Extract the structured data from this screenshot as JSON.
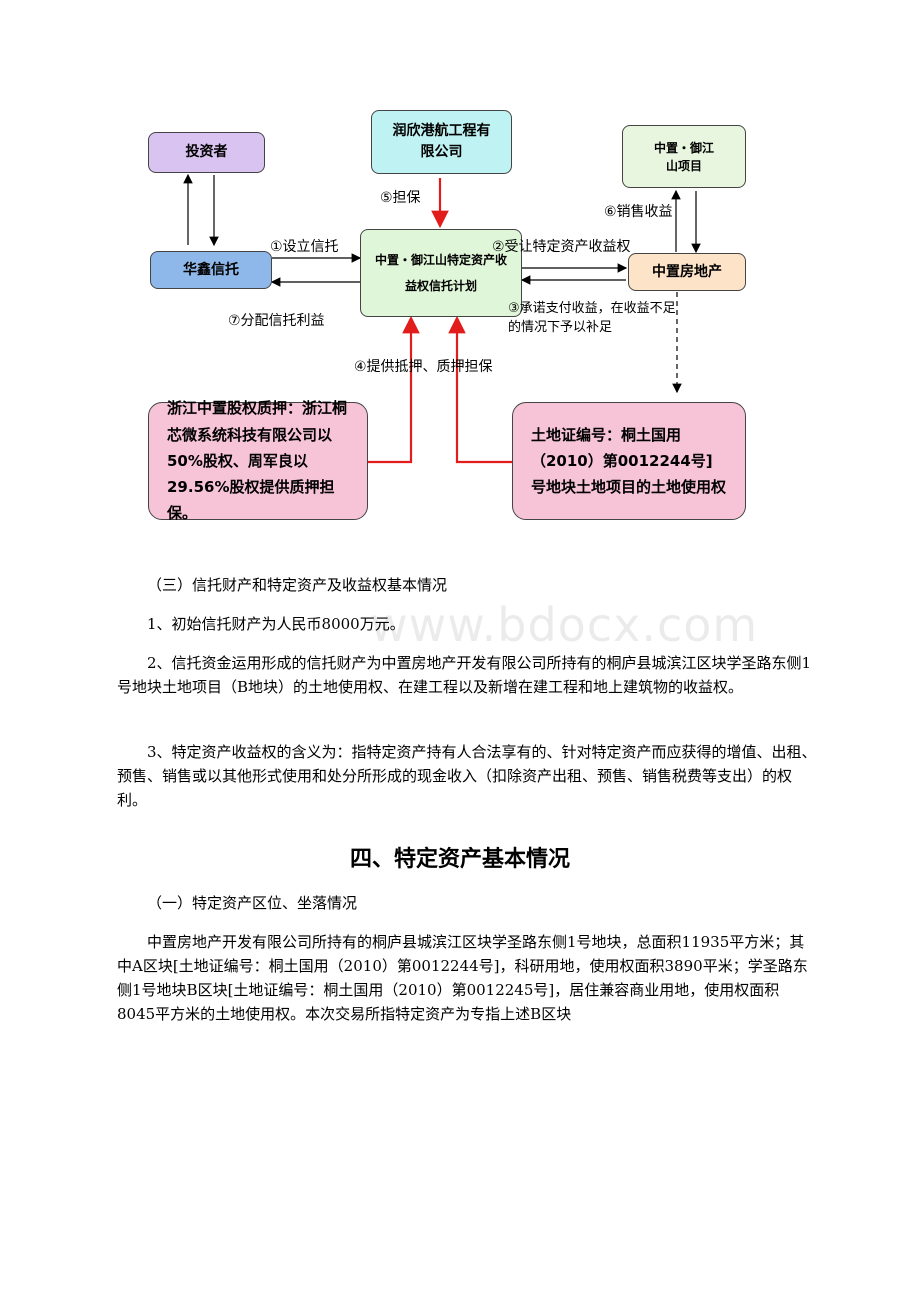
{
  "diagram": {
    "investor": "投资者",
    "guarantor": "润欣港航工程有限公司",
    "project": "中置・御江山项目",
    "trust_company": "华鑫信托",
    "trust_plan": "中置・御江山特定资产收益权信托计划",
    "developer": "中置房地产",
    "equity_pledge": "浙江中置股权质押：浙江桐芯微系统科技有限公司以50%股权、周军良以29.56%股权提供质押担保。",
    "land_certificate": "土地证编号：桐土国用（2010）第0012244号]号地块土地项目的土地使用权",
    "labels": {
      "step1": "①设立信托",
      "step2": "②受让特定资产收益权",
      "step3": "③承诺支付收益，在收益不足的情况下予以补足",
      "step4": "④提供抵押、质押担保",
      "step5": "⑤担保",
      "step6": "⑥销售收益",
      "step7": "⑦分配信托利益"
    }
  },
  "sections": {
    "sub3_title": "（三）信托财产和特定资产及收益权基本情况",
    "item1": "1、初始信托财产为人民币8000万元。",
    "item2": "2、信托资金运用形成的信托财产为中置房地产开发有限公司所持有的桐庐县城滨江区块学圣路东侧1号地块土地项目（B地块）的土地使用权、在建工程以及新增在建工程和地上建筑物的收益权。",
    "item3": "3、特定资产收益权的含义为：指特定资产持有人合法享有的、针对特定资产而应获得的增值、出租、预售、销售或以其他形式使用和处分所形成的现金收入（扣除资产出租、预售、销售税费等支出）的权利。",
    "heading4": "四、特定资产基本情况",
    "sub1_title": "（一）特定资产区位、坐落情况",
    "location_para": "中置房地产开发有限公司所持有的桐庐县城滨江区块学圣路东侧1号地块，总面积11935平方米；其中A区块[土地证编号：桐土国用（2010）第0012244号]，科研用地，使用权面积3890平米；学圣路东侧1号地块B区块[土地证编号：桐土国用（2010）第0012245号]，居住兼容商业用地，使用权面积8045平方米的土地使用权。本次交易所指特定资产为专指上述B区块"
  },
  "watermark": "www.bdocx.com"
}
